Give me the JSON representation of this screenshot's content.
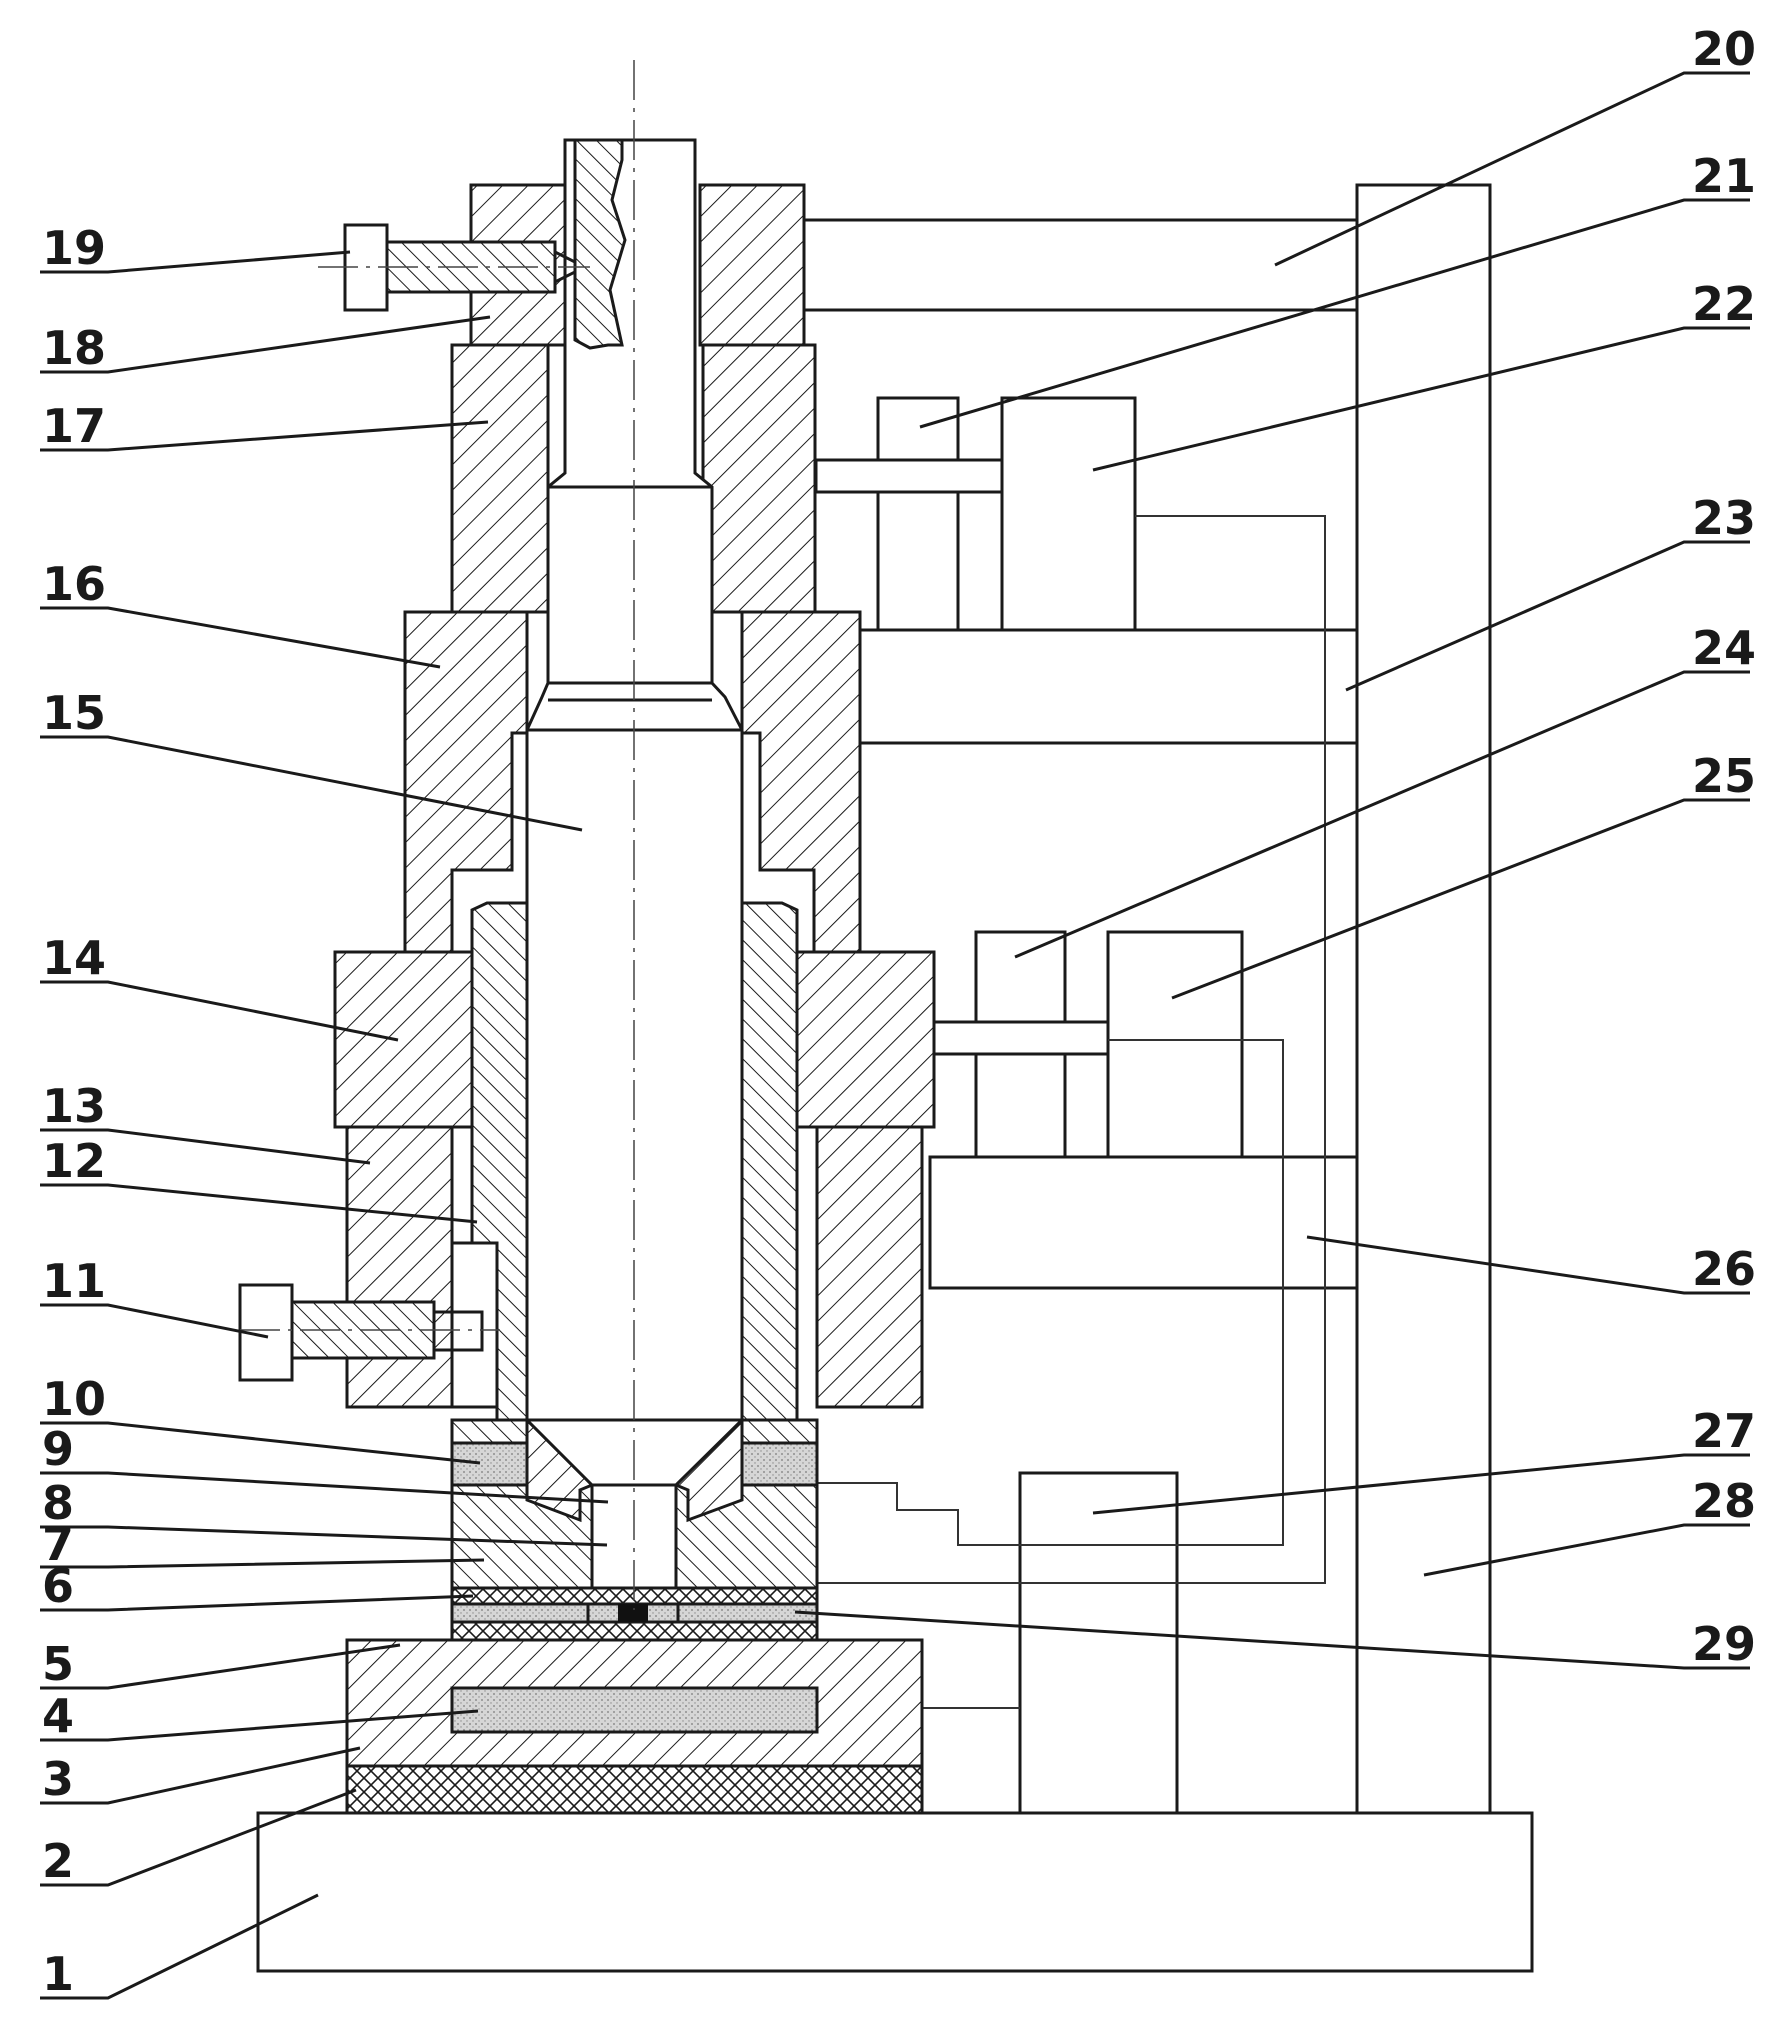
{
  "colors": {
    "line": "#1a1a1a",
    "background": "#ffffff",
    "shaded": "#cfcfcf",
    "insert": "#111111"
  },
  "labels": [
    {
      "id": "1",
      "text": "1"
    },
    {
      "id": "2",
      "text": "2"
    },
    {
      "id": "3",
      "text": "3"
    },
    {
      "id": "4",
      "text": "4"
    },
    {
      "id": "5",
      "text": "5"
    },
    {
      "id": "6",
      "text": "6"
    },
    {
      "id": "7",
      "text": "7"
    },
    {
      "id": "8",
      "text": "8"
    },
    {
      "id": "9",
      "text": "9"
    },
    {
      "id": "10",
      "text": "10"
    },
    {
      "id": "11",
      "text": "11"
    },
    {
      "id": "12",
      "text": "12"
    },
    {
      "id": "13",
      "text": "13"
    },
    {
      "id": "14",
      "text": "14"
    },
    {
      "id": "15",
      "text": "15"
    },
    {
      "id": "16",
      "text": "16"
    },
    {
      "id": "17",
      "text": "17"
    },
    {
      "id": "18",
      "text": "18"
    },
    {
      "id": "19",
      "text": "19"
    },
    {
      "id": "20",
      "text": "20"
    },
    {
      "id": "21",
      "text": "21"
    },
    {
      "id": "22",
      "text": "22"
    },
    {
      "id": "23",
      "text": "23"
    },
    {
      "id": "24",
      "text": "24"
    },
    {
      "id": "25",
      "text": "25"
    },
    {
      "id": "26",
      "text": "26"
    },
    {
      "id": "27",
      "text": "27"
    },
    {
      "id": "28",
      "text": "28"
    },
    {
      "id": "29",
      "text": "29"
    }
  ]
}
